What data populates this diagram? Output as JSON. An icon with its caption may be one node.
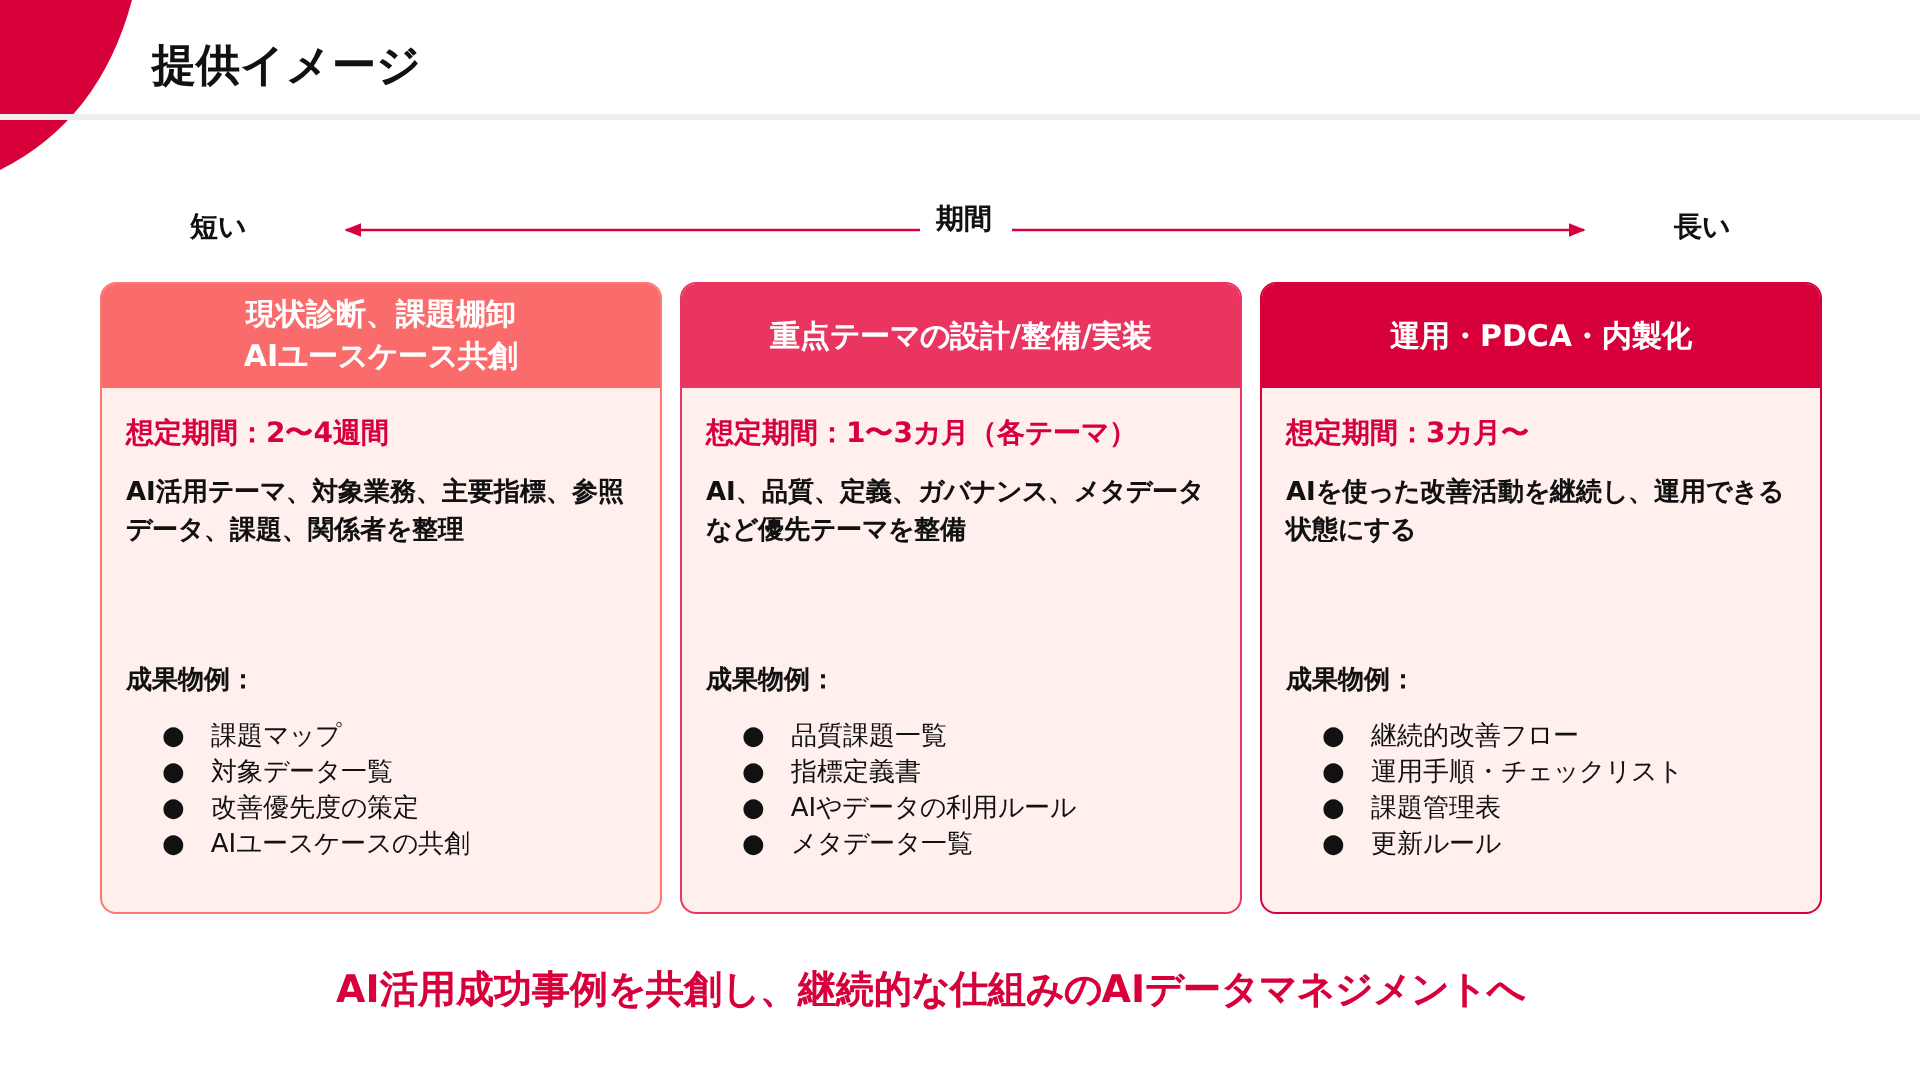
{
  "diagram": {
    "title": "提供イメージ",
    "caption": "AI活用成功事例を共創し、継続的な仕組みのAIデータマネジメントへ",
    "nodes": [
      {
        "text": [
          "現状診断、課題棚卸 AIユースケース共創",
          "想定期間：2〜4週間",
          "AI活用テーマ、対象業務、主要指標、参照データ、課題、関係者を整理",
          "成果物例：",
          "●　課題マップ",
          "●　対象データ一覧",
          "●　改善優先度の策定",
          "●　AIユースケースの共創"
        ]
      },
      {
        "text": [
          "重点テーマの設計/整備/実装",
          "想定期間：1〜3カ月（各テーマ）",
          "AI、品質、定義、ガバナンス、メタデータなど優先テーマを整備",
          "成果物例：",
          "●　品質課題一覧",
          "●　指標定義書",
          "●　AIやデータの利用ルール",
          "●　メタデータ一覧"
        ]
      },
      {
        "text": [
          "運用・PDCA・内製化",
          "想定期間：3カ月〜",
          "AIを使った改善活動を継続し、運用できる状態にする",
          "成果物例：",
          "●　継続的改善フロー",
          "●　運用手順・チェックリスト",
          "●　課題管理表",
          "●　更新ルール"
        ]
      }
    ],
    "labels": [
      "短い",
      "期間",
      "長い"
    ]
  }
}
